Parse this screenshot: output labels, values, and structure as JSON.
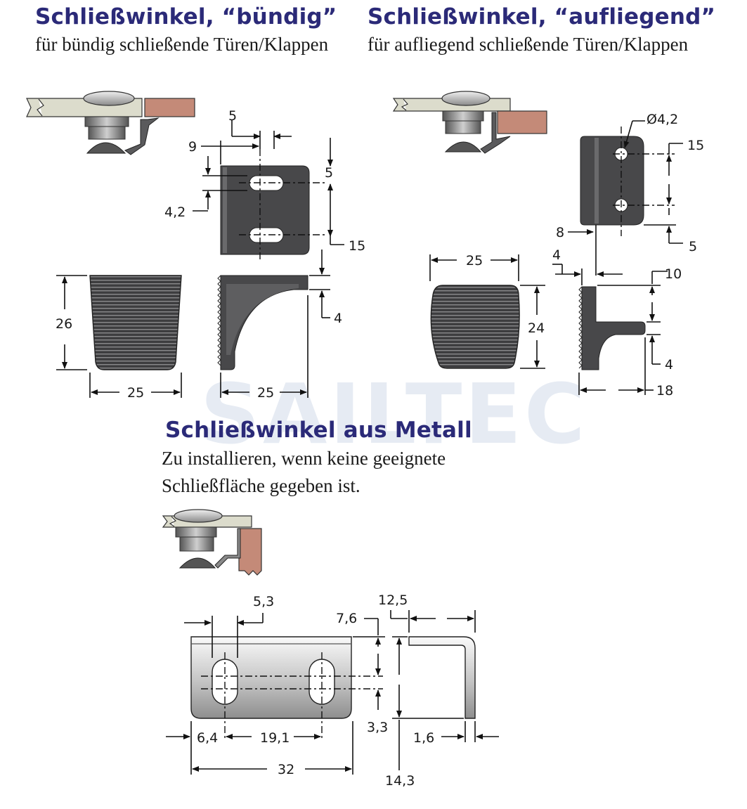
{
  "watermark": "SAILTEC",
  "sections": {
    "flush": {
      "title": "Schließwinkel, “bündig”",
      "subtitle": "für bündig schließende Türen/Klappen",
      "dims": {
        "d5": "5",
        "d9": "9",
        "d5b": "5",
        "d42": "4,2",
        "d15": "15",
        "d26": "26",
        "d25a": "25",
        "d25b": "25",
        "d4": "4"
      }
    },
    "overlay": {
      "title": "Schließwinkel, “aufliegend”",
      "subtitle": "für aufliegend schließende Türen/Klappen",
      "dims": {
        "hole": "Ø4,2",
        "d15": "15",
        "d8": "8",
        "d5": "5",
        "d25": "25",
        "d4a": "4",
        "d10": "10",
        "d24": "24",
        "d4b": "4",
        "d18": "18"
      }
    },
    "metal": {
      "title": "Schließwinkel aus Metall",
      "description_line1": "Zu installieren, wenn keine geeignete",
      "description_line2": "Schließfläche gegeben ist.",
      "dims": {
        "d53": "5,3",
        "d76": "7,6",
        "d125": "12,5",
        "d64": "6,4",
        "d191": "19,1",
        "d33": "3,3",
        "d16": "1,6",
        "d32": "32",
        "d143": "14,3"
      }
    }
  },
  "colors": {
    "title": "#2b2a78",
    "part": "#4a4a4c",
    "wood": "#c48a78",
    "panel": "#dcdccc"
  }
}
